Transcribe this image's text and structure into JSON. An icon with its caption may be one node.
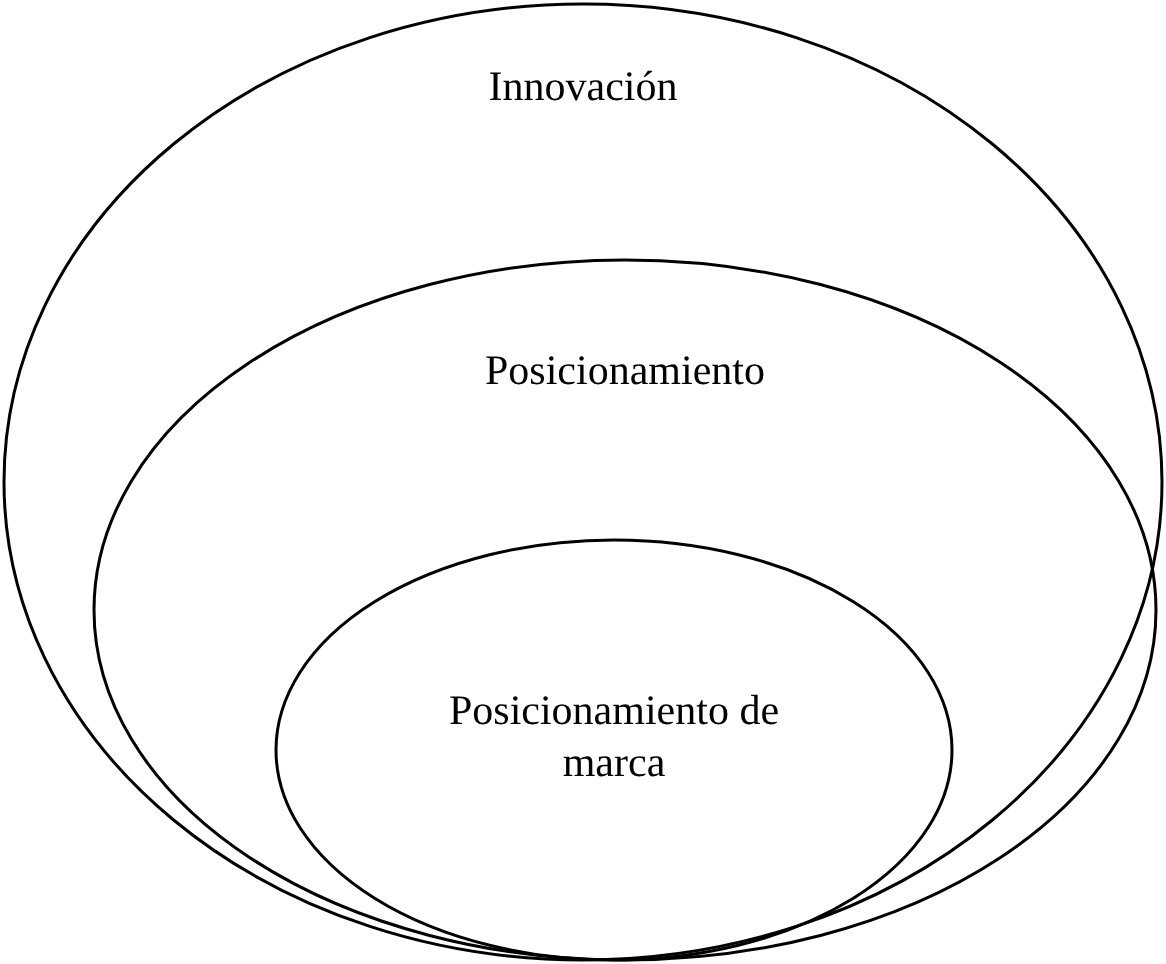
{
  "diagram": {
    "nodes": [
      {
        "text": [
          "Innovación"
        ]
      },
      {
        "text": [
          "Posicionamiento"
        ],
        "in": 0
      },
      {
        "text": [
          "Posicionamiento de marca"
        ],
        "in": 1
      }
    ]
  }
}
